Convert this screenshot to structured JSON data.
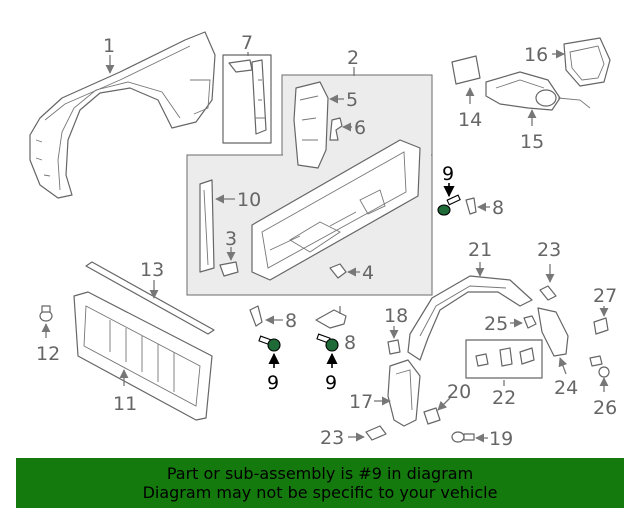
{
  "callouts": {
    "c1": "1",
    "c2": "2",
    "c3": "3",
    "c4": "4",
    "c5": "5",
    "c6": "6",
    "c7": "7",
    "c8a": "8",
    "c8b": "8",
    "c8c": "8",
    "c9a": "9",
    "c9b": "9",
    "c9c": "9",
    "c10": "10",
    "c11": "11",
    "c12": "12",
    "c13": "13",
    "c14": "14",
    "c15": "15",
    "c16": "16",
    "c17": "17",
    "c18": "18",
    "c19": "19",
    "c20": "20",
    "c21": "21",
    "c22": "22",
    "c23a": "23",
    "c23b": "23",
    "c24": "24",
    "c25": "25",
    "c26": "26",
    "c27": "27"
  },
  "banner": {
    "line1": "Part or sub-assembly is #9 in diagram",
    "line2": "Diagram may not be specific to your vehicle"
  },
  "colors": {
    "highlight_part": "#1f6b38",
    "banner_bg": "#157a0e",
    "line_gray": "#666666"
  }
}
